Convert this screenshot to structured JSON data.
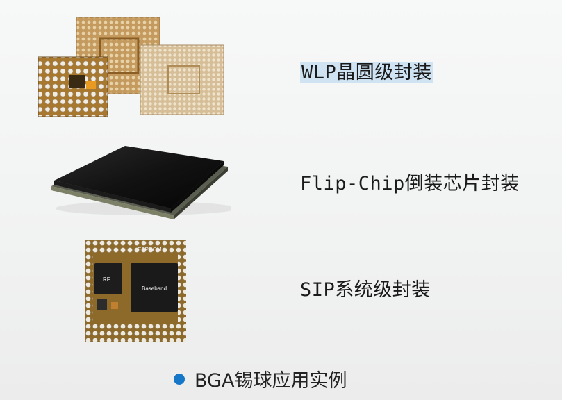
{
  "rows": [
    {
      "label": "WLP晶圆级封装"
    },
    {
      "label": "Flip-Chip倒装芯片封装"
    },
    {
      "label": "SIP系统级封装"
    }
  ],
  "sip_chip": {
    "eeprom": "EEPROM",
    "rf": "RF",
    "baseband": "Baseband"
  },
  "caption": "BGA锡球应用实例",
  "colors": {
    "accent": "#1677c9",
    "highlight": "#cfe3f2"
  }
}
